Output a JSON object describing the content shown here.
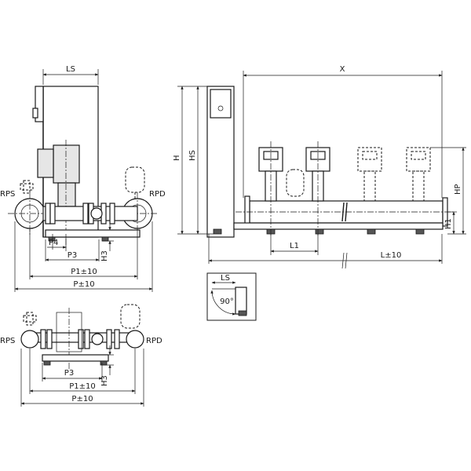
{
  "labels": {
    "ls": "LS",
    "x": "X",
    "h": "H",
    "hs": "HS",
    "hp": "HP",
    "h1": "H1",
    "h3": "H3",
    "l1": "L1",
    "l10": "L±10",
    "rps": "RPS",
    "rpd": "RPD",
    "p4": "P4",
    "p3": "P3",
    "p1": "P1±10",
    "p": "P±10",
    "angle": "90°"
  }
}
